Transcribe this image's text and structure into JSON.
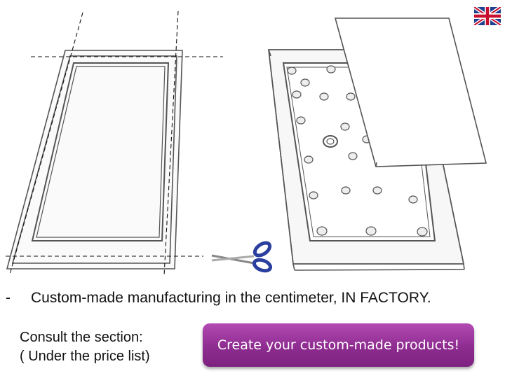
{
  "language_flag": {
    "icon": "uk-flag-icon"
  },
  "description": {
    "bullet": "-",
    "text": "Custom-made manufacturing in the centimeter, IN FACTORY."
  },
  "consult": {
    "line1": "Consult the section:",
    "line2": "( Under the price list)"
  },
  "cta": {
    "label": "Create your custom-made products!",
    "color": "#8e2c90"
  },
  "illustration": {
    "left_panel": "frame-outline-with-cut-lines",
    "cut_tool_icon": "scissors-icon",
    "right_panel": "base-plate-with-studs-and-lifted-cover"
  }
}
